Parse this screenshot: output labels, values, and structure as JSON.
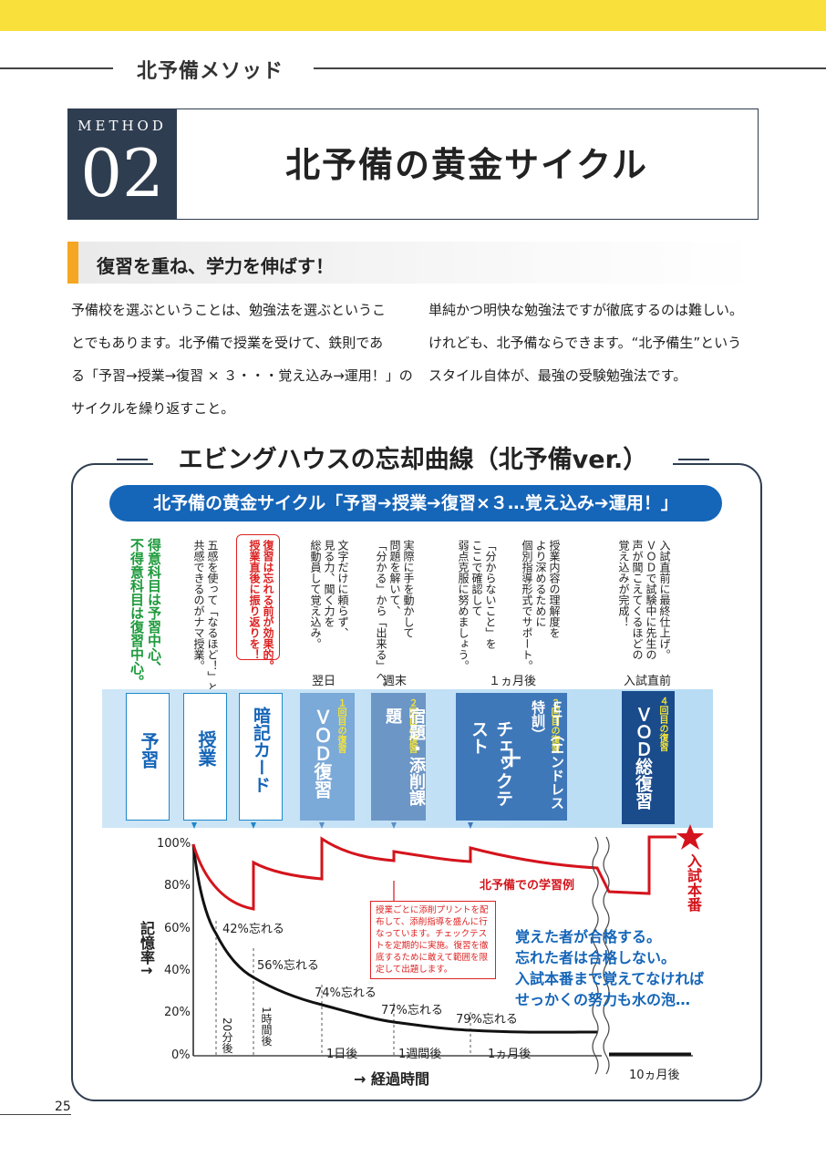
{
  "header": {
    "section_title": "北予備メソッド"
  },
  "method": {
    "label": "METHOD",
    "number": "02",
    "title": "北予備の黄金サイクル"
  },
  "subheading": "復習を重ね、学力を伸ばす！",
  "body": {
    "left": [
      "予備校を選ぶということは、勉強法を選ぶというこ",
      "とでもあります。北予備で授業を受けて、鉄則であ",
      "る「予習→授業→復習 × ３・・・覚え込み→運用！」の",
      "サイクルを繰り返すこと。"
    ],
    "right": [
      "単純かつ明快な勉強法ですが徹底するのは難しい。",
      "けれども、北予備ならできます。“北予備生”という",
      "スタイル自体が、最強の受験勉強法です。"
    ]
  },
  "diagram": {
    "title": "エビングハウスの忘却曲線（北予備ver.）",
    "cycle": "北予備の黄金サイクル「予習➔授業➔復習×３…覚え込み➔運用！」",
    "notes": {
      "green": "得意科目は予習中心、\n不得意科目は復習中心。",
      "n1": "五感を使って「なるほど！」と\n共感できるのがナマ授業。",
      "n2": "復習は忘れる前が効果的。\n授業直後に振り返りを！",
      "n3": "文字だけに頼らず、\n見る力、聞く力を\n総動員して覚え込み。",
      "n4": "実際に手を動かして\n問題を解いて、\n「分かる」から「出来る」へ。",
      "n5": "「分からないこと」を\nここで確認して\n弱点克服に努めましょう。",
      "n6": "授業内容の理解度を\nより深めるために\n個別指導形式でサポート。",
      "n7": "入試直前に最終仕上げ。\nＶＯＤで試験中に先生の\n声が聞こえてくるほどの\n覚え込みが完成！"
    },
    "timing": {
      "t1": "翌日",
      "t2": "週末",
      "t3": "１ヵ月後",
      "t4": "入試直前"
    },
    "cards": {
      "yoshu": "予習",
      "jugyo": "授業",
      "anki": "暗記カード",
      "vod1_tag": "１回目の復習",
      "vod1": "ＶＯＤ復習",
      "hw_tag": "２回目の復習",
      "hw": "宿題・添削課題",
      "check": "チェックテスト",
      "plus": "＋",
      "et_tag": "３回目の復習",
      "et": "ＥＴ（エンドレス特訓）",
      "vod4_tag": "４回目の復習",
      "vod4": "ＶＯＤ総復習"
    },
    "exam": "入試本番",
    "yaxis": {
      "label": "記憶率↑",
      "ticks": [
        "100%",
        "80%",
        "60%",
        "40%",
        "20%",
        "0%"
      ]
    },
    "xaxis": {
      "label": "→ 経過時間",
      "ticks": [
        "20分後",
        "1時間後",
        "1日後",
        "1週間後",
        "1ヵ月後",
        "10ヵ月後"
      ]
    },
    "forget": [
      "42%忘れる",
      "56%忘れる",
      "74%忘れる",
      "77%忘れる",
      "79%忘れる"
    ],
    "red_label": "北予備での学習例",
    "red_note": "授業ごとに添削プリントを配布して、添削指導を盛んに行なっています。チェックテストを定期的に実施。復習を徹底するために敢えて範囲を限定して出題します。",
    "blue_msg": [
      "覚えた者が合格する。",
      "忘れた者は合格しない。",
      "入試本番まで覚えてなければ",
      "せっかくの努力も水の泡…"
    ]
  },
  "page_number": "25",
  "colors": {
    "accent_yellow": "#f9e03a",
    "navy": "#2f3d50",
    "blue": "#1565b8",
    "red": "#d4141c",
    "green": "#1e9a3c"
  }
}
